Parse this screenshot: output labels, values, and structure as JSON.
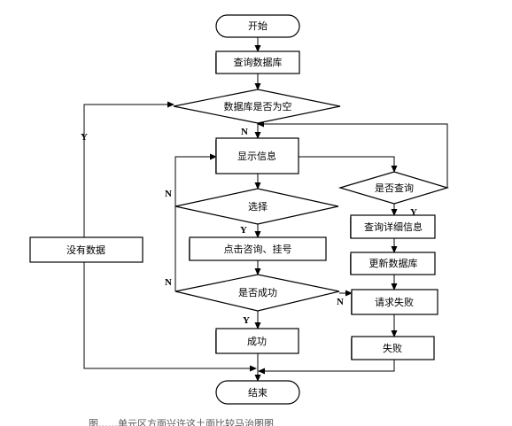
{
  "nodes": {
    "start": "开始",
    "query_db": "查询数据库",
    "db_empty": "数据库是否为空",
    "show_info": "显示信息",
    "is_query": "是否查询",
    "choose": "选择",
    "query_detail": "查询详细信息",
    "click_consult": "点击咨询、挂号",
    "update_db": "更新数据库",
    "no_data": "没有数据",
    "is_success": "是否成功",
    "request_fail": "请求失败",
    "success": "成功",
    "fail": "失败",
    "end": "结束"
  },
  "labels": {
    "y": "Y",
    "n": "N"
  },
  "caption": "图……单元区方面兴许这土面比较马治图图"
}
